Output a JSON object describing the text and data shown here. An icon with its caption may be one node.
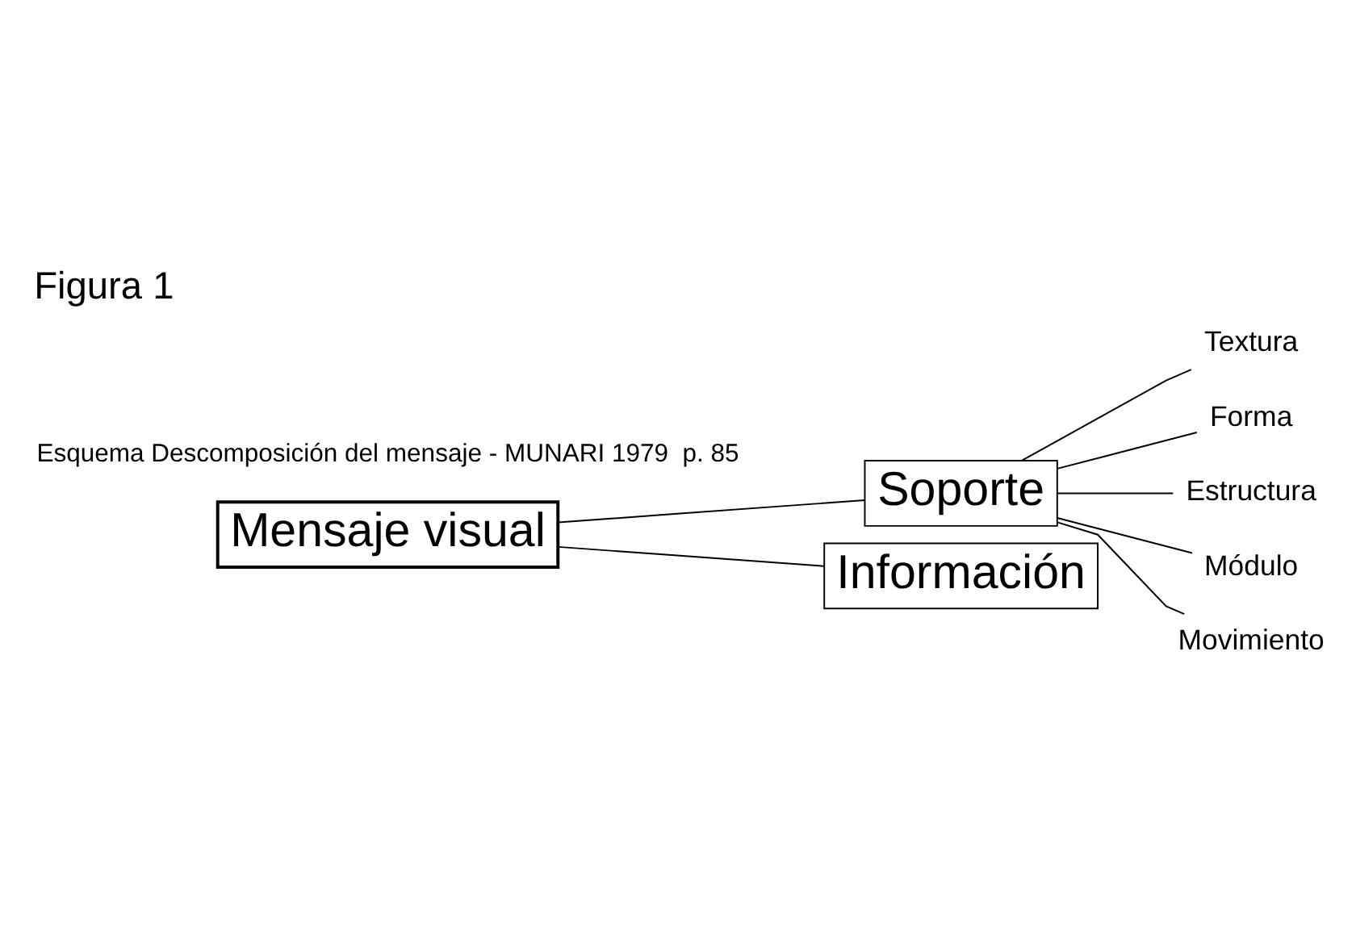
{
  "diagram": {
    "title": "Figura 1",
    "caption": "Esquema Descomposición del mensaje - MUNARI 1979  p. 85",
    "nodes": [
      {
        "text": [
          "Soporte"
        ]
      },
      {
        "text": [
          "Mensaje visual"
        ]
      },
      {
        "text": [
          "Información"
        ]
      },
      {
        "text": [
          "Textura"
        ]
      },
      {
        "text": [
          "Forma"
        ]
      },
      {
        "text": [
          "Estructura"
        ]
      },
      {
        "text": [
          "Módulo"
        ]
      },
      {
        "text": [
          "Movimiento"
        ]
      }
    ],
    "edges": [
      {
        "from": 1,
        "to": 0,
        "arrow": "none"
      },
      {
        "from": 1,
        "to": 2,
        "arrow": "none"
      },
      {
        "from": 0,
        "to": 3,
        "arrow": "none"
      },
      {
        "from": 0,
        "to": 4,
        "arrow": "none"
      },
      {
        "from": 0,
        "to": 5,
        "arrow": "none"
      },
      {
        "from": 0,
        "to": 6,
        "arrow": "none"
      },
      {
        "from": 0,
        "to": 7,
        "arrow": "none"
      }
    ]
  }
}
